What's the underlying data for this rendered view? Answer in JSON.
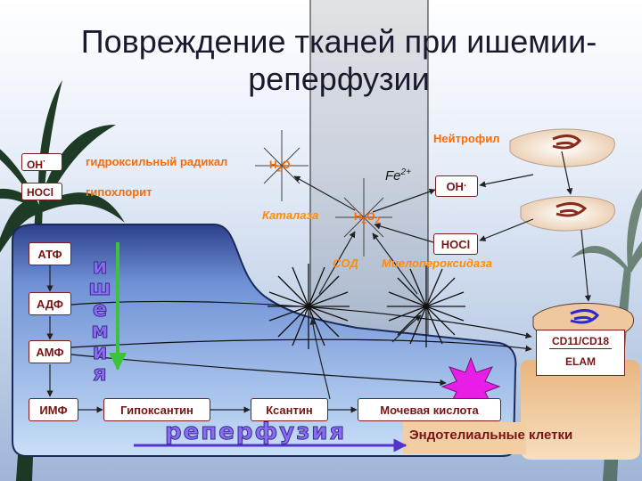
{
  "title": "Повреждение тканей при ишемии-реперфузии",
  "legend": [
    {
      "symbol": "OH",
      "sup": "·",
      "text": "гидроксильный радикал"
    },
    {
      "symbol": "HOCl",
      "sup": "",
      "text": "гипохлорит"
    }
  ],
  "purine_chain": [
    "АТФ",
    "АДФ",
    "АМФ",
    "ИМФ",
    "Гипоксантин",
    "Ксантин",
    "Мочевая кислота"
  ],
  "species": {
    "h2o_main": "H",
    "h2o_sub": "2",
    "h2o_tail": "O",
    "h2o2_main": "H",
    "h2o2_sub1": "2",
    "h2o2_mid": "O",
    "h2o2_sub2": "2",
    "oh": "OH",
    "oh_sup": "·",
    "hocl": "HOCl",
    "fe": "Fe",
    "fe_sup": "2+"
  },
  "enzymes": {
    "catalase": "Каталаза",
    "sod": "СОД",
    "mpo": "Миелопероксидаза"
  },
  "neutrophil": "Нейтрофил",
  "ischemia": "ишемия",
  "reperfusion": "реперфузия",
  "endothelial": "Эндотелиальные клетки",
  "adhesion": {
    "line1": "CD11/CD18",
    "line2": "ELAM"
  },
  "colors": {
    "sky_top": "#0a1a3a",
    "sky_bottom": "#f6f9ff",
    "panel": "#f2c79a",
    "cell": "#b9d5f5",
    "accent": "#ff6a00",
    "arrow_green": "#3cc23c"
  }
}
